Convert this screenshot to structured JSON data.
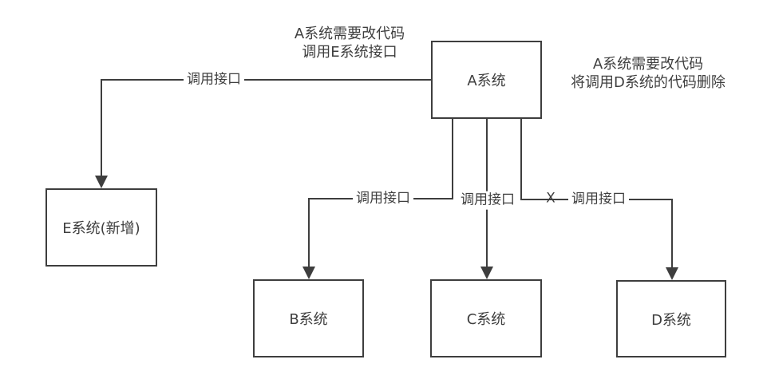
{
  "diagram": {
    "background_color": "#ffffff",
    "stroke_color": "#3e3e3e",
    "text_color": "#3f3f3f",
    "nodes": {
      "a": {
        "label": "A系统"
      },
      "b": {
        "label": "B系统"
      },
      "c": {
        "label": "C系统"
      },
      "d": {
        "label": "D系统"
      },
      "e": {
        "label": "E系统(新增)"
      }
    },
    "edges": {
      "a_to_e": {
        "label": "调用接口"
      },
      "a_to_b": {
        "label": "调用接口"
      },
      "a_to_c": {
        "label": "调用接口"
      },
      "a_to_d": {
        "label": "调用接口",
        "marker": "X"
      }
    },
    "annotations": {
      "top": {
        "line1": "A系统需要改代码",
        "line2": "调用E系统接口"
      },
      "right": {
        "line1": "A系统需要改代码",
        "line2": "将调用D系统的代码删除"
      }
    }
  }
}
